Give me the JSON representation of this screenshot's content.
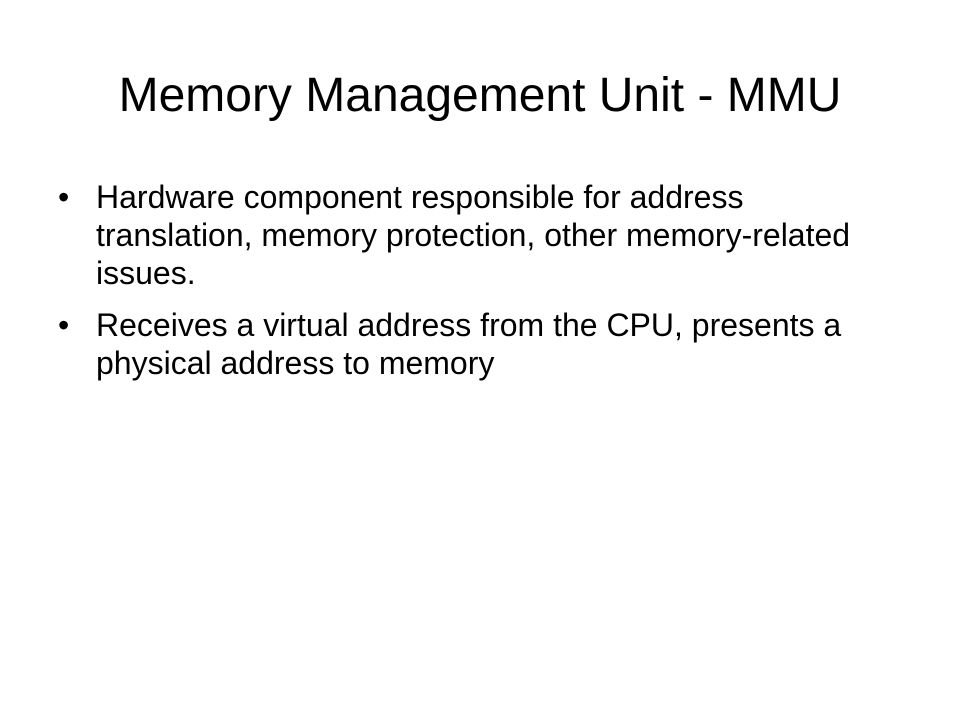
{
  "slide": {
    "title": "Memory Management Unit - MMU",
    "bullet_symbol": "•",
    "bullets": [
      {
        "text": "Hardware component responsible for address translation, memory protection, other memory-related issues."
      },
      {
        "text": "Receives a virtual address from the CPU, presents a physical address to memory"
      }
    ]
  }
}
